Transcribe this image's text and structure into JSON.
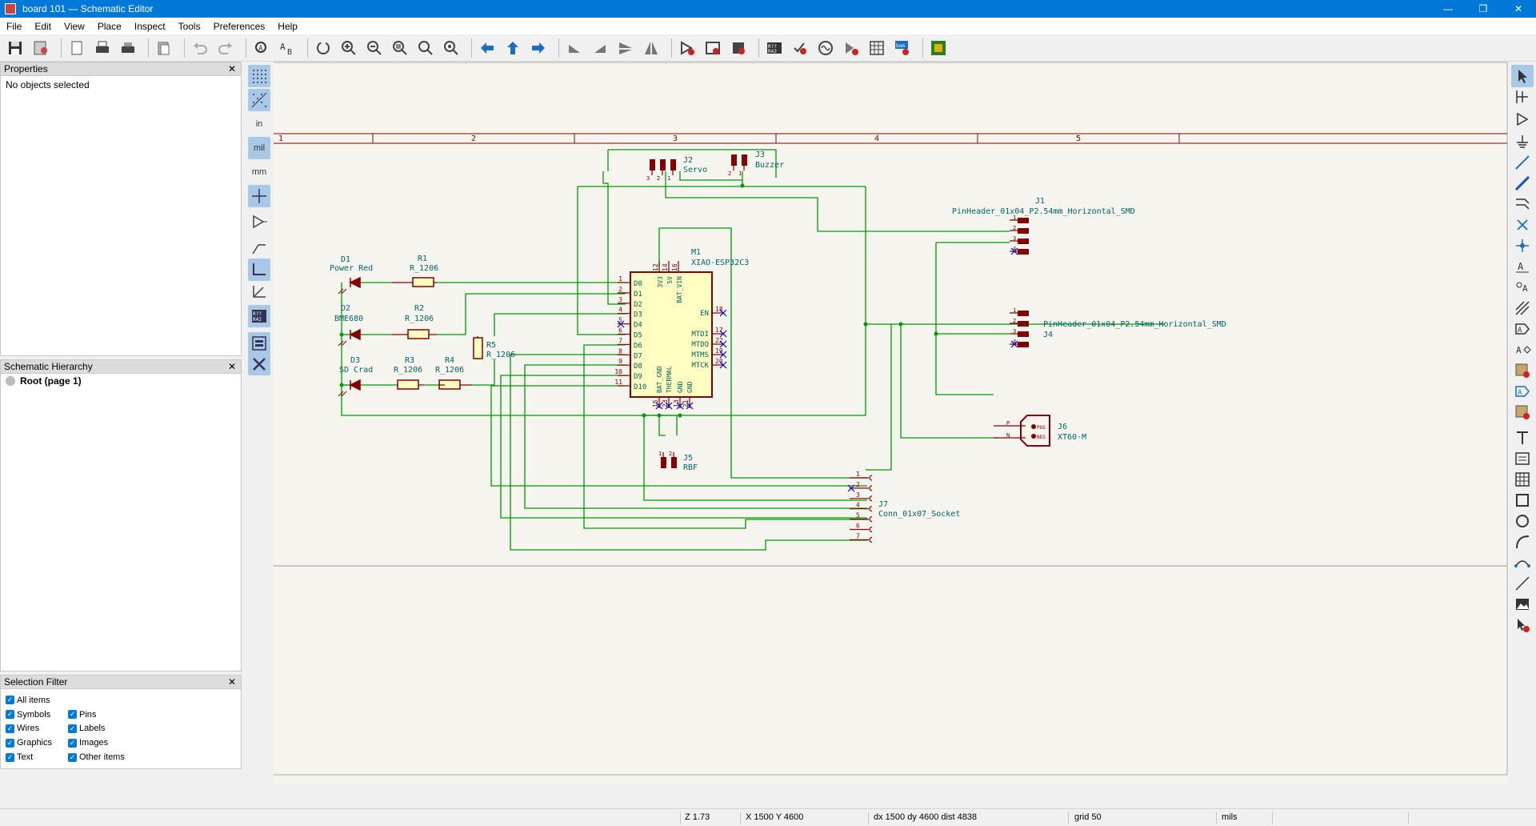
{
  "window": {
    "title": "board 101 — Schematic Editor",
    "minimize": "—",
    "maximize": "❐",
    "close": "✕"
  },
  "menu": [
    "File",
    "Edit",
    "View",
    "Place",
    "Inspect",
    "Tools",
    "Preferences",
    "Help"
  ],
  "panels": {
    "properties": {
      "title": "Properties",
      "empty_text": "No objects selected"
    },
    "hierarchy": {
      "title": "Schematic Hierarchy",
      "root": "Root (page 1)"
    },
    "selection_filter": {
      "title": "Selection Filter",
      "items": [
        "All items",
        "Pins",
        "Symbols",
        "Labels",
        "Wires",
        "Images",
        "Graphics",
        "Other items",
        "Text"
      ]
    }
  },
  "left_toolbar": {
    "units_in": "in",
    "units_mil": "mil",
    "units_mm": "mm"
  },
  "frame": {
    "columns": [
      "1",
      "2",
      "3",
      "4",
      "5"
    ]
  },
  "schematic": {
    "components": {
      "D1": {
        "ref": "D1",
        "value": "Power Red"
      },
      "D2": {
        "ref": "D2",
        "value": "BME680"
      },
      "D3": {
        "ref": "D3",
        "value": "SD Crad"
      },
      "R1": {
        "ref": "R1",
        "value": "R_1206"
      },
      "R2": {
        "ref": "R2",
        "value": "R_1206"
      },
      "R3": {
        "ref": "R3",
        "value": "R_1206"
      },
      "R4": {
        "ref": "R4",
        "value": "R_1206"
      },
      "R5": {
        "ref": "R5",
        "value": "R_1206"
      },
      "J2": {
        "ref": "J2",
        "value": "Servo",
        "pins": [
          "3",
          "2",
          "1"
        ]
      },
      "J3": {
        "ref": "J3",
        "value": "Buzzer",
        "pins": [
          "2",
          "1"
        ]
      },
      "J1": {
        "ref": "J1",
        "value": "PinHeader_01x04_P2.54mm_Horizontal_SMD",
        "pins": [
          "1",
          "2",
          "3",
          "4"
        ]
      },
      "J4": {
        "ref": "J4",
        "value": "PinHeader_01x04_P2.54mm_Horizontal_SMD",
        "pins": [
          "1",
          "2",
          "3",
          "4"
        ]
      },
      "J5": {
        "ref": "J5",
        "value": "RBF",
        "pins": [
          "1",
          "2"
        ]
      },
      "J6": {
        "ref": "J6",
        "value": "XT60-M",
        "pins": [
          "P",
          "N"
        ],
        "pin_names": [
          "POS",
          "NEG"
        ]
      },
      "J7": {
        "ref": "J7",
        "value": "Conn_01x07_Socket",
        "pins": [
          "1",
          "2",
          "3",
          "4",
          "5",
          "6",
          "7"
        ]
      },
      "M1": {
        "ref": "M1",
        "value": "XIAO-ESP32C3",
        "left_pins": [
          {
            "num": "1",
            "name": "D0"
          },
          {
            "num": "2",
            "name": "D1"
          },
          {
            "num": "3",
            "name": "D2"
          },
          {
            "num": "4",
            "name": "D3"
          },
          {
            "num": "5",
            "name": "D4"
          },
          {
            "num": "6",
            "name": "D5"
          },
          {
            "num": "7",
            "name": "D6"
          },
          {
            "num": "8",
            "name": "D7"
          },
          {
            "num": "9",
            "name": "D8"
          },
          {
            "num": "10",
            "name": "D9"
          },
          {
            "num": "11",
            "name": "D10"
          }
        ],
        "top_pins": [
          {
            "num": "12",
            "name": "3V3"
          },
          {
            "num": "14",
            "name": "5V"
          },
          {
            "num": "16",
            "name": "BAT_VIN"
          }
        ],
        "right_pins": [
          {
            "num": "18",
            "name": "EN"
          },
          {
            "num": "17",
            "name": "MTDI"
          },
          {
            "num": "22",
            "name": "MTDO"
          },
          {
            "num": "19",
            "name": "MTMS"
          },
          {
            "num": "20",
            "name": "MTCK"
          }
        ],
        "bottom_pins": [
          {
            "num": "15",
            "name": "BAT_GND"
          },
          {
            "num": "23",
            "name": "THERMAL"
          },
          {
            "num": "13",
            "name": "GND"
          },
          {
            "num": "21",
            "name": "GND"
          }
        ]
      }
    }
  },
  "status": {
    "zoom": "Z 1.73",
    "xy": "X 1500  Y 4600",
    "delta": "dx 1500  dy 4600  dist 4838",
    "grid": "grid 50",
    "units": "mils"
  },
  "colors": {
    "wire": "#009900",
    "symbol": "#840000",
    "symbol_fill": "#ffffc2",
    "text": "#006464",
    "no_connect": "#0000c8",
    "frame": "#840000"
  }
}
